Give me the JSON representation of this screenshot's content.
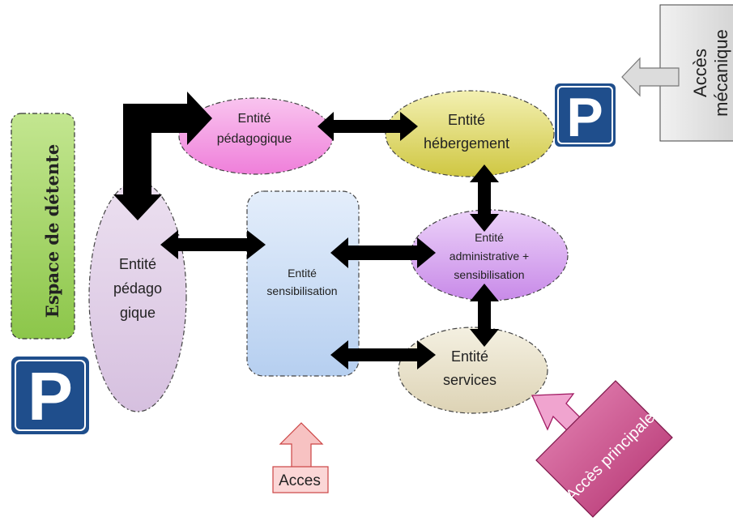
{
  "entities": {
    "pedagogique_top": {
      "line1": "Entité",
      "line2": "pédagogique"
    },
    "hebergement": {
      "line1": "Entité",
      "line2": "hébergement"
    },
    "pedagogique_left": {
      "line1": "Entité",
      "line2": "pédago",
      "line3": "gique"
    },
    "sensibilisation": {
      "line1": "Entité",
      "line2": "sensibilisation"
    },
    "administrative": {
      "line1": "Entité",
      "line2": "administrative +",
      "line3": "sensibilisation"
    },
    "services": {
      "line1": "Entité",
      "line2": "services"
    }
  },
  "labels": {
    "espace_detente": "Espace de détente",
    "acces": "Acces",
    "acces_principale": "Accès principale",
    "acces_mecanique_line1": "Accès",
    "acces_mecanique_line2": "mécanique",
    "parking": "P"
  },
  "colors": {
    "pink": "#f6a6e6",
    "yellow": "#e3de74",
    "lavender": "#e1cfe8",
    "light_blue": "#cfe1f7",
    "purple": "#d9a8f0",
    "beige": "#ece6d2",
    "green": "#9fd35c",
    "parking_blue": "#1f4e8c",
    "arrow_black": "#000000"
  }
}
